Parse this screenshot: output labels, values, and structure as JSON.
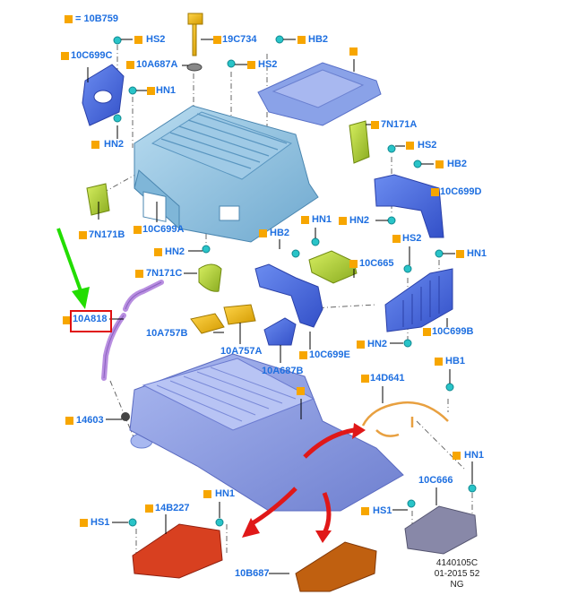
{
  "legend": {
    "marker_color": "#f7a600",
    "text": "= 10B759"
  },
  "label_color": "#1e6fe0",
  "highlight": {
    "part": "10A818",
    "box_color": "#e01010",
    "arrow_color": "#22dd00"
  },
  "callouts": [
    {
      "id": "hs2-a",
      "text": "HS2",
      "marker": true
    },
    {
      "id": "10c699c",
      "text": "10C699C",
      "marker": true
    },
    {
      "id": "19c734",
      "text": "19C734",
      "marker": true
    },
    {
      "id": "10a687a",
      "text": "10A687A",
      "marker": true
    },
    {
      "id": "hs2-b",
      "text": "HS2",
      "marker": true
    },
    {
      "id": "hb2-a",
      "text": "HB2",
      "marker": true
    },
    {
      "id": "hn1-a",
      "text": "HN1",
      "marker": true
    },
    {
      "id": "hn2-a",
      "text": "HN2",
      "marker": true
    },
    {
      "id": "blank-cover",
      "text": "",
      "marker": true
    },
    {
      "id": "7n171a",
      "text": "7N171A",
      "marker": true
    },
    {
      "id": "hs2-c",
      "text": "HS2",
      "marker": true
    },
    {
      "id": "hb2-b",
      "text": "HB2",
      "marker": true
    },
    {
      "id": "10c699d",
      "text": "10C699D",
      "marker": true
    },
    {
      "id": "7n171b",
      "text": "7N171B",
      "marker": true
    },
    {
      "id": "10c699a",
      "text": "10C699A",
      "marker": true
    },
    {
      "id": "hn1-b",
      "text": "HN1",
      "marker": true
    },
    {
      "id": "hn2-b",
      "text": "HN2",
      "marker": true
    },
    {
      "id": "hb2-c",
      "text": "HB2",
      "marker": true
    },
    {
      "id": "hn2-c",
      "text": "HN2",
      "marker": true
    },
    {
      "id": "hs2-d",
      "text": "HS2",
      "marker": true
    },
    {
      "id": "hn1-c",
      "text": "HN1",
      "marker": true
    },
    {
      "id": "10c665",
      "text": "10C665",
      "marker": true
    },
    {
      "id": "7n171c",
      "text": "7N171C",
      "marker": true
    },
    {
      "id": "10a818",
      "text": "10A818",
      "marker": true
    },
    {
      "id": "10a757b",
      "text": "10A757B",
      "marker": false
    },
    {
      "id": "10a757a",
      "text": "10A757A",
      "marker": false
    },
    {
      "id": "10c699e",
      "text": "10C699E",
      "marker": true
    },
    {
      "id": "10a687b",
      "text": "10A687B",
      "marker": false
    },
    {
      "id": "hn2-d",
      "text": "HN2",
      "marker": true
    },
    {
      "id": "10c699b",
      "text": "10C699B",
      "marker": true
    },
    {
      "id": "hb1",
      "text": "HB1",
      "marker": true
    },
    {
      "id": "14d641",
      "text": "14D641",
      "marker": true
    },
    {
      "id": "blank-battery",
      "text": "",
      "marker": true
    },
    {
      "id": "14603",
      "text": "14603",
      "marker": true
    },
    {
      "id": "hn1-d",
      "text": "HN1",
      "marker": true
    },
    {
      "id": "10c666",
      "text": "10C666",
      "marker": false
    },
    {
      "id": "hs1-a",
      "text": "HS1",
      "marker": true
    },
    {
      "id": "hn1-e",
      "text": "HN1",
      "marker": true
    },
    {
      "id": "14b227",
      "text": "14B227",
      "marker": true
    },
    {
      "id": "hs1-b",
      "text": "HS1",
      "marker": true
    },
    {
      "id": "10b687",
      "text": "10B687",
      "marker": false
    }
  ],
  "reference": {
    "line1": "4140105C",
    "line2": "01-2015 52",
    "line3": "NG"
  }
}
